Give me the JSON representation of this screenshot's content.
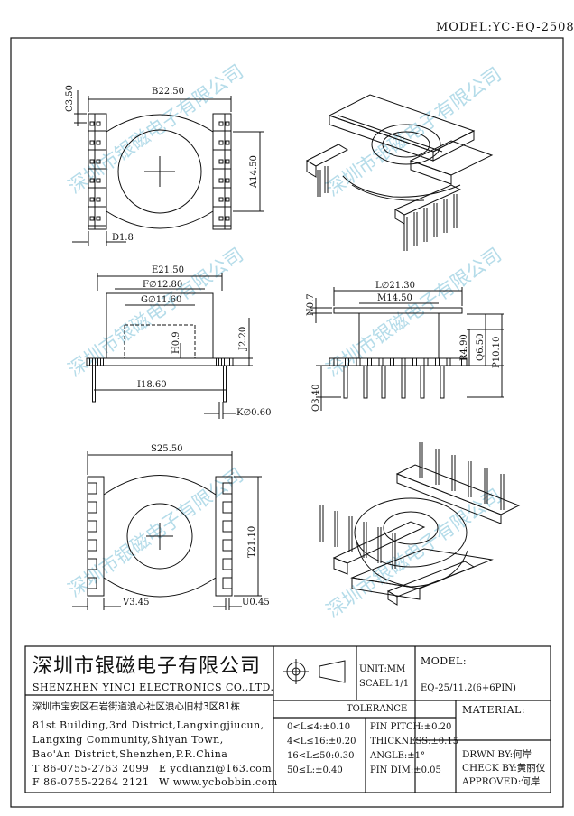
{
  "header": {
    "model": "MODEL:YC-EQ-2508"
  },
  "watermark": "深圳市银磁电子有限公司",
  "dims": {
    "top": {
      "b": "B22.50",
      "c": "C3.50",
      "a": "A14.50",
      "d": "D1.8"
    },
    "side": {
      "e": "E21.50",
      "f": "F∅12.80",
      "g": "G∅11.60",
      "h": "H0.9",
      "j": "J2.20",
      "i": "I18.60",
      "k": "K∅0.60"
    },
    "right": {
      "l": "L∅21.30",
      "m": "M14.50",
      "n": "N0.7",
      "r": "R4.90",
      "q": "Q6.50",
      "p": "P10.10",
      "o": "O3.40"
    },
    "bottom": {
      "s": "S25.50",
      "t": "T21.10",
      "v": "V3.45",
      "u": "U0.45"
    }
  },
  "title_block": {
    "company_cn": "深圳市银磁电子有限公司",
    "company_en": "SHENZHEN YINCI ELECTRONICS CO.,LTD.",
    "address_cn": "深圳市宝安区石岩街道浪心社区浪心旧村3区81栋",
    "address_en": [
      "81st Building,3rd District,Langxingjiucun,",
      "Langxing Community,Shiyan Town,",
      "Bao'An District,Shenzhen,P.R.China"
    ],
    "tel": "T 86-0755-2763 2099",
    "fax": "F 86-0755-2264 2121",
    "email": "E ycdianzi@163.com",
    "web": "W www.ycbobbin.com",
    "unit": "UNIT:MM",
    "scale": "SCAEL:1/1",
    "model_label": "MODEL:",
    "model_value": "EQ-25/11.2(6+6PIN)",
    "tolerance_title": "TOLERANCE",
    "tolerances": [
      "0<L≤4:±0.10",
      "4<L≤16:±0.20",
      "16<L≤50:0.30",
      "50≤L:±0.40"
    ],
    "pin_specs": [
      "PIN PITCH:±0.20",
      "THICKNESS:±0.15",
      "ANGLE:±1°",
      "PIN DIM:±0.05"
    ],
    "material_label": "MATERIAL:",
    "drawn_by": "DRWN BY:何岸",
    "check_by": "CHECK BY:黄丽仪",
    "approved": "APPROVED:何岸"
  }
}
